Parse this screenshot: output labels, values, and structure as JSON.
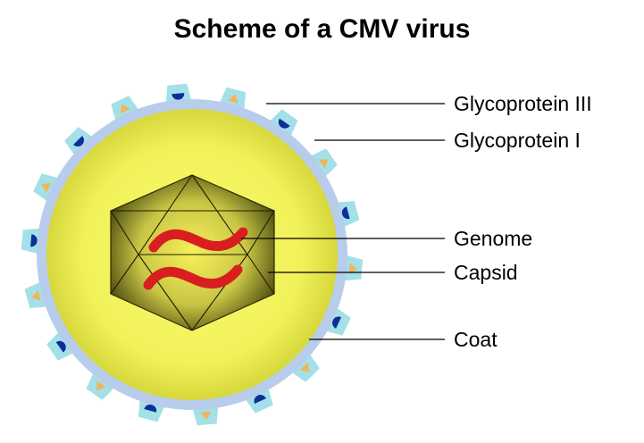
{
  "title": "Scheme of a CMV virus",
  "labels": {
    "glycoprotein_3": "Glycoprotein III",
    "glycoprotein_1": "Glycoprotein I",
    "genome": "Genome",
    "capsid": "Capsid",
    "coat": "Coat"
  },
  "colors": {
    "coat_ring": "#b8cdeb",
    "core_center": "#fbfb6e",
    "core_edge": "#d8d83c",
    "spike": "#a3e0e8",
    "glycoprotein_3_dot": "#0b2f9a",
    "glycoprotein_1_dot": "#f2b45a",
    "capsid_light": "#c9c645",
    "capsid_dark": "#3b3a08",
    "genome": "#d81e1e"
  },
  "spike_types": [
    "gp1",
    "gp3",
    "gp1",
    "gp3",
    "gp1",
    "gp3",
    "gp1",
    "gp3",
    "gp1",
    "gp3",
    "gp1",
    "gp3",
    "gp1",
    "gp3",
    "gp1",
    "gp3",
    "gp1",
    "gp3"
  ]
}
